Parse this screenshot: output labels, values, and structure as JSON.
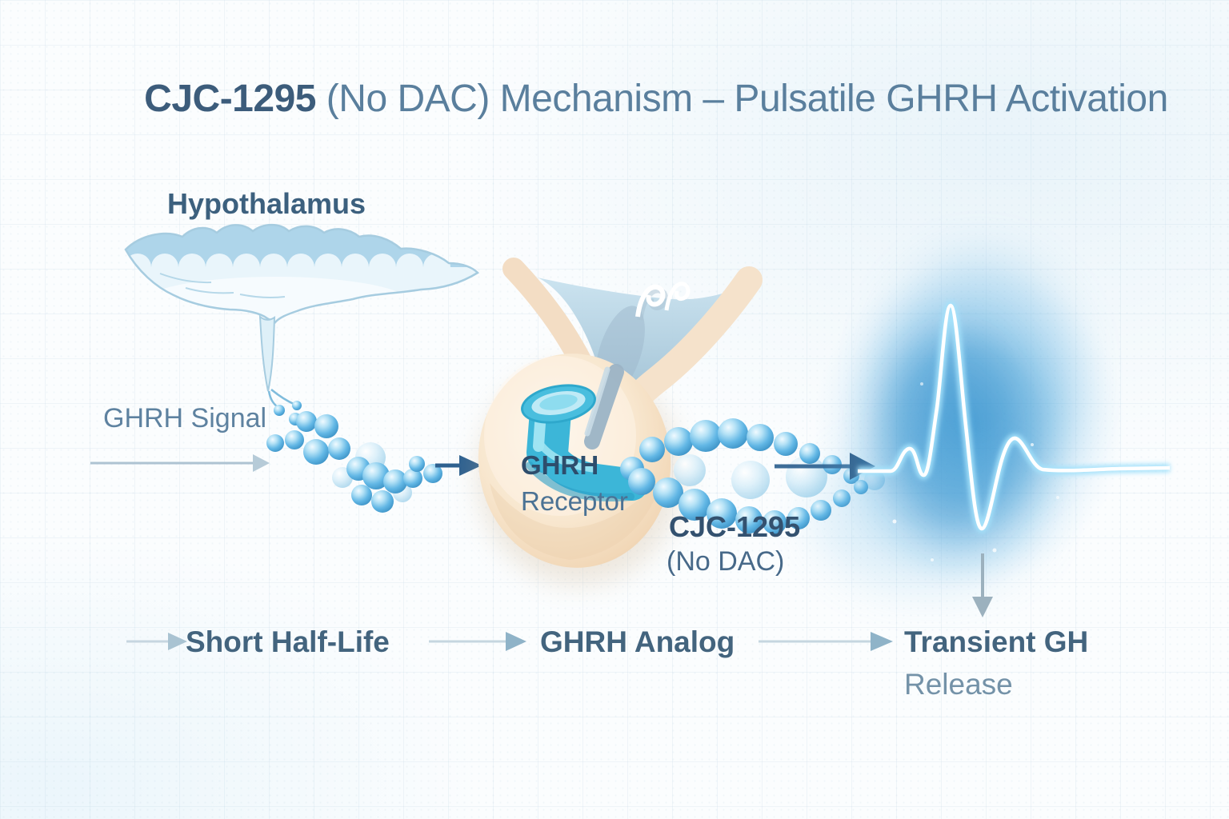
{
  "title": {
    "emphasis": "CJC-1295",
    "rest": " (No DAC) Mechanism – Pulsatile GHRH Activation"
  },
  "anatomy": {
    "hypothalamus_label": "Hypothalamus",
    "ghrh_signal_label": "GHRH Signal",
    "receptor_label_line1": "GHRH",
    "receptor_label_line2": "Receptor",
    "peptide_label_line1": "CJC-1295",
    "peptide_label_line2": "(No DAC)"
  },
  "flow_steps": {
    "step1": "Short Half-Life",
    "step2": "GHRH Analog",
    "step3_line1": "Transient GH",
    "step3_line2": "Release"
  },
  "illustrations": {
    "hypothalamus": "hypothalamus-illustration",
    "ghrh_molecules": "ghrh-molecule-chain",
    "pituitary": "pituitary-gland-illustration",
    "receptor": "ghrh-receptor-illustration",
    "cjc_molecules": "cjc-1295-molecule-chain",
    "pulse": "gh-pulse-waveform"
  },
  "colors": {
    "title_emphasis": "#3c5c7b",
    "title_rest": "#5a7f9d",
    "label_dark": "#2d4d6c",
    "label_medium": "#476989",
    "label_light": "#7492a8",
    "flow_text": "#43647e",
    "arrow_dark": "#2e6190",
    "arrow_light": "#aec3d2",
    "molecule_blue": "#62b7e5",
    "receptor_cyan": "#3cb6d8",
    "gland_beige": "#f8e7cf",
    "pulse_glow": "#2e8fd0"
  }
}
